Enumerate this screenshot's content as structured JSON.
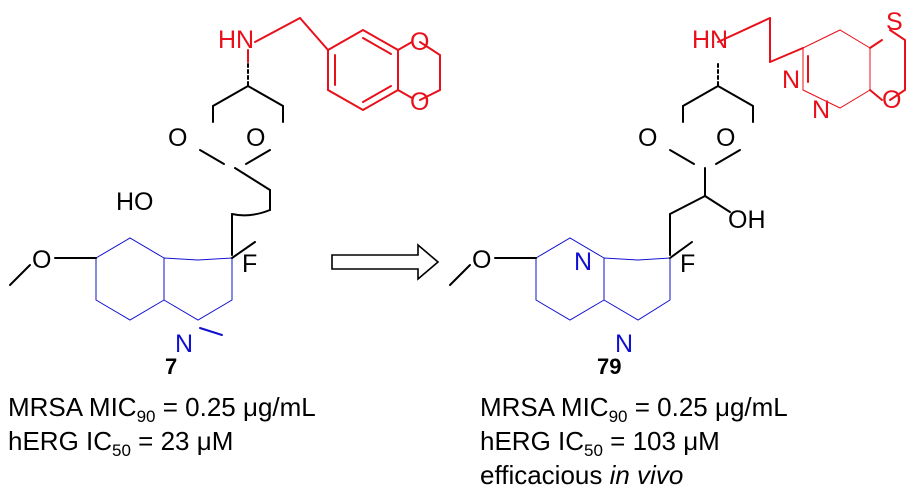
{
  "compound_left": {
    "number": "7",
    "atoms": {
      "NH": "HN",
      "O_ring_1": "O",
      "O_ring_2": "O",
      "O_diox_1": "O",
      "O_diox_2": "O",
      "HO": "HO",
      "O_methoxy": "O",
      "F": "F",
      "N": "N"
    },
    "mrsa": {
      "prefix": "MRSA MIC",
      "sub": "90",
      "suffix": " = 0.25 μg/mL"
    },
    "herg": {
      "prefix": "hERG IC",
      "sub": "50",
      "suffix": " = 23 μM"
    }
  },
  "compound_right": {
    "number": "79",
    "atoms": {
      "NH": "HN",
      "S": "S",
      "O_ring_1": "O",
      "O_ring_2": "O",
      "O_ox": "O",
      "N_pyr_1": "N",
      "N_pyr_2": "N",
      "OH": "OH",
      "O_methoxy": "O",
      "N_1": "N",
      "N_2": "N",
      "F": "F"
    },
    "mrsa": {
      "prefix": "MRSA MIC",
      "sub": "90",
      "suffix": " = 0.25 μg/mL"
    },
    "herg": {
      "prefix": "hERG IC",
      "sub": "50",
      "suffix": " = 103 μM"
    },
    "note": {
      "text": "efficacious ",
      "italic": "in vivo"
    }
  },
  "colors": {
    "bond": "#000000",
    "highlight_red": "#e8101a",
    "highlight_blue": "#1010d0"
  }
}
